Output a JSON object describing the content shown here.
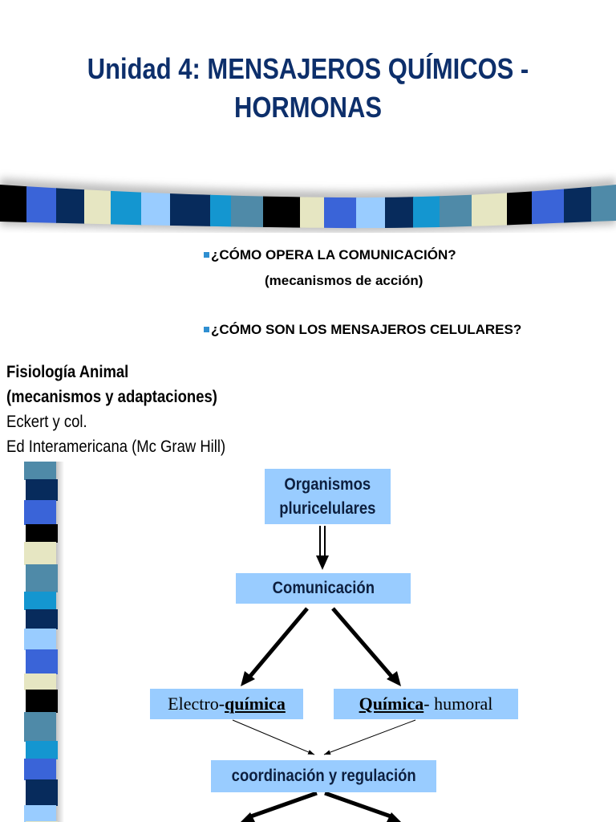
{
  "title": {
    "line1": "Unidad 4: MENSAJEROS QUÍMICOS -",
    "line2": "HORMONAS"
  },
  "questions": {
    "q1": "¿CÓMO OPERA LA COMUNICACIÓN?",
    "q1_sub": "(mecanismos de acción)",
    "q2": "¿CÓMO SON LOS MENSAJEROS CELULARES?"
  },
  "reference": {
    "line1": "Fisiología Animal",
    "line2": "(mecanismos y adaptaciones)",
    "line3": "Eckert y col.",
    "line4": "Ed Interamericana (Mc Graw Hill)"
  },
  "diagram": {
    "organismos_l1": "Organismos",
    "organismos_l2": "pluricelulares",
    "comunicacion": "Comunicación",
    "electro_prefix": "Electro-",
    "electro_bold": "química",
    "quimica_bold": "Química",
    "quimica_suffix": "- humoral",
    "coordinacion": "coordinación y regulación"
  },
  "colors": {
    "title": "#0d2f6b",
    "box_fill": "#99ccff",
    "bullet": "#2f8fd1",
    "stripe_palette": [
      "#000000",
      "#3a64d8",
      "#072b5c",
      "#e6e6c2",
      "#1496d0",
      "#99ccff",
      "#4f8aa8"
    ]
  }
}
